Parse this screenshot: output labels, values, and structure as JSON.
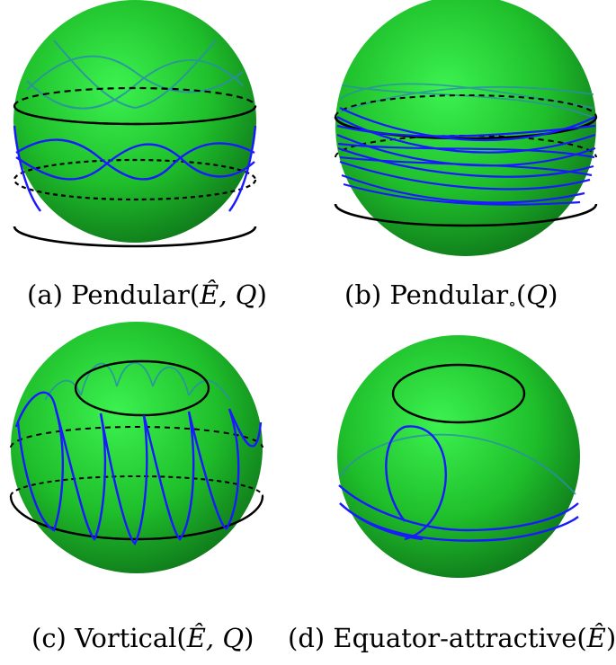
{
  "panels": [
    {
      "prefix": "(a) Pendular(",
      "math": "Ê, Q",
      "suffix": ")"
    },
    {
      "prefix": "(b) Pendular",
      "sub": "∘",
      "paren_open": "(",
      "math": "Q",
      "suffix": ")"
    },
    {
      "prefix": "(c) Vortical(",
      "math": "Ê, Q",
      "suffix": ")"
    },
    {
      "prefix": "(d) Equator-attractive(",
      "math": "Ê",
      "suffix": ")"
    }
  ],
  "colors": {
    "sphere_light": "#36e84a",
    "sphere_mid": "#1fbf2b",
    "sphere_dark": "#0f7f1c",
    "trajectory": "#1a1aff",
    "trajectory_hidden": "#2a8fa8",
    "boundary": "#000000"
  }
}
